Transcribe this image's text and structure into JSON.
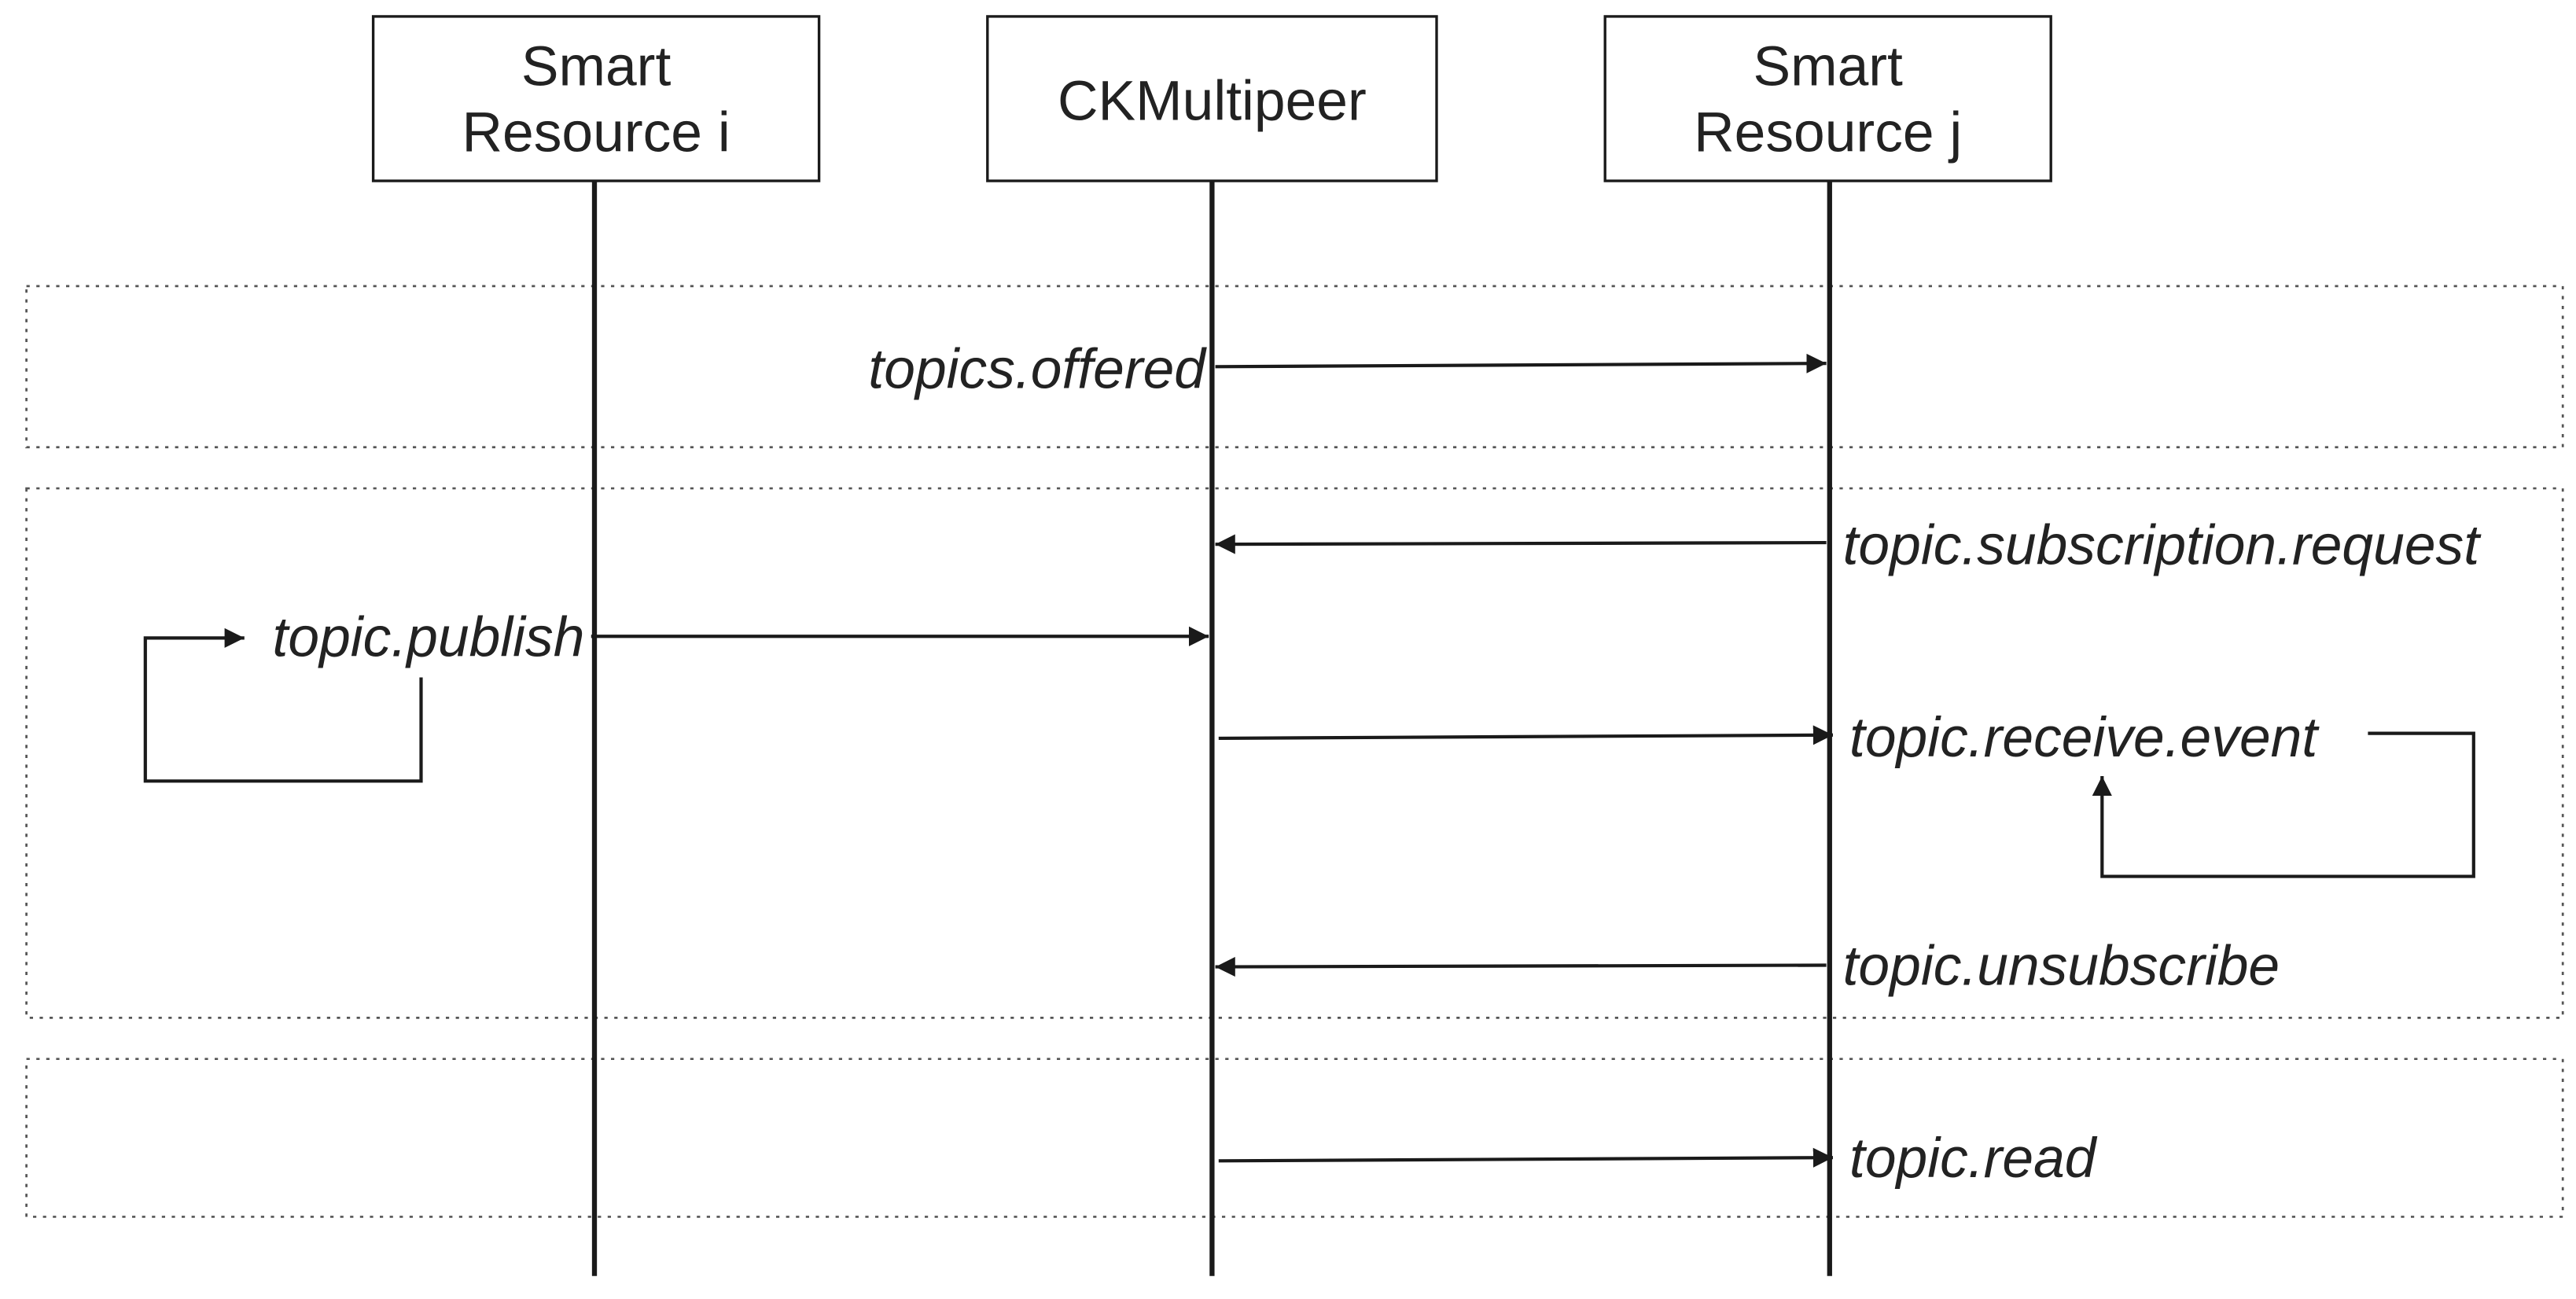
{
  "participants": [
    {
      "id": "smart-resource-i",
      "lines": [
        "Smart",
        "Resource i"
      ]
    },
    {
      "id": "ckmultipeer",
      "lines": [
        "CKMultipeer"
      ]
    },
    {
      "id": "smart-resource-j",
      "lines": [
        "Smart",
        "Resource j"
      ]
    }
  ],
  "messages": {
    "topics_offered": "topics.offered",
    "topic_subscription_request": "topic.subscription.request",
    "topic_publish": "topic.publish",
    "topic_receive_event": "topic.receive.event",
    "topic_unsubscribe": "topic.unsubscribe",
    "topic_read": "topic.read"
  },
  "colors": {
    "line": "#1a1a1a",
    "text": "#222222",
    "frame": "#555555"
  }
}
